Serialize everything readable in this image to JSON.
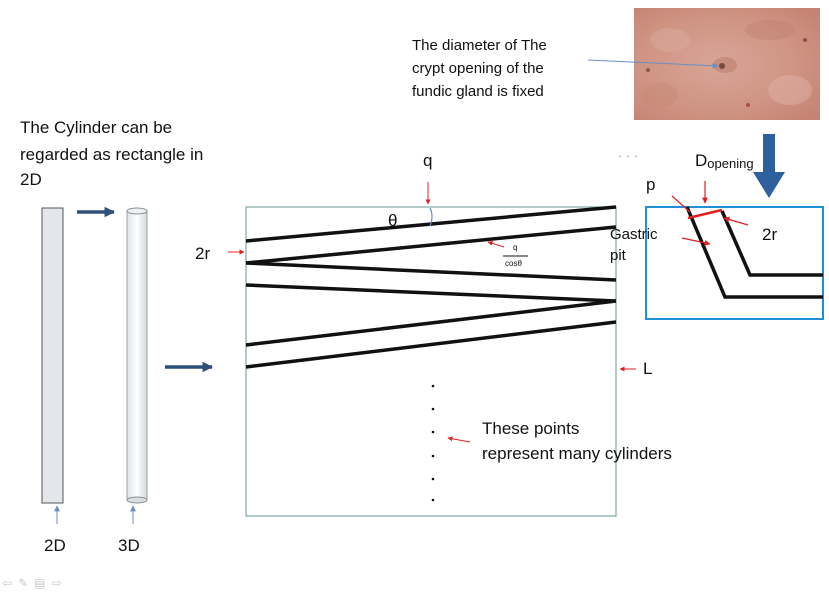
{
  "labels": {
    "cylinder_note_line1": "The Cylinder  can be",
    "cylinder_note_line2": "regarded as rectangle in",
    "cylinder_note_line3": "2D",
    "label_2d": "2D",
    "label_3d": "3D",
    "q": "q",
    "theta": "θ",
    "two_r_left": "2r",
    "fraction_num": "q",
    "fraction_den": "cosθ",
    "L": "L",
    "points_line1": "These points",
    "points_line2": "represent many cylinders",
    "diameter_line1": "The diameter of The",
    "diameter_line2": "crypt opening of the",
    "diameter_line3": "fundic gland is fixed",
    "p": "p",
    "d_main": "D",
    "d_sub": "opening",
    "gastric_line1": "Gastric",
    "gastric_line2": "pit",
    "two_r_right": "2r"
  },
  "colors": {
    "frame": "#7fa6a6",
    "dark_arrow": "#2e4f7a",
    "blue_box": "#1f8fd6",
    "red": "#e02020",
    "pointer": "#6a8fc4"
  },
  "icons": {
    "toolbar": [
      "arrow-left-icon",
      "pen-icon",
      "menu-icon",
      "arrow-right-icon"
    ]
  }
}
